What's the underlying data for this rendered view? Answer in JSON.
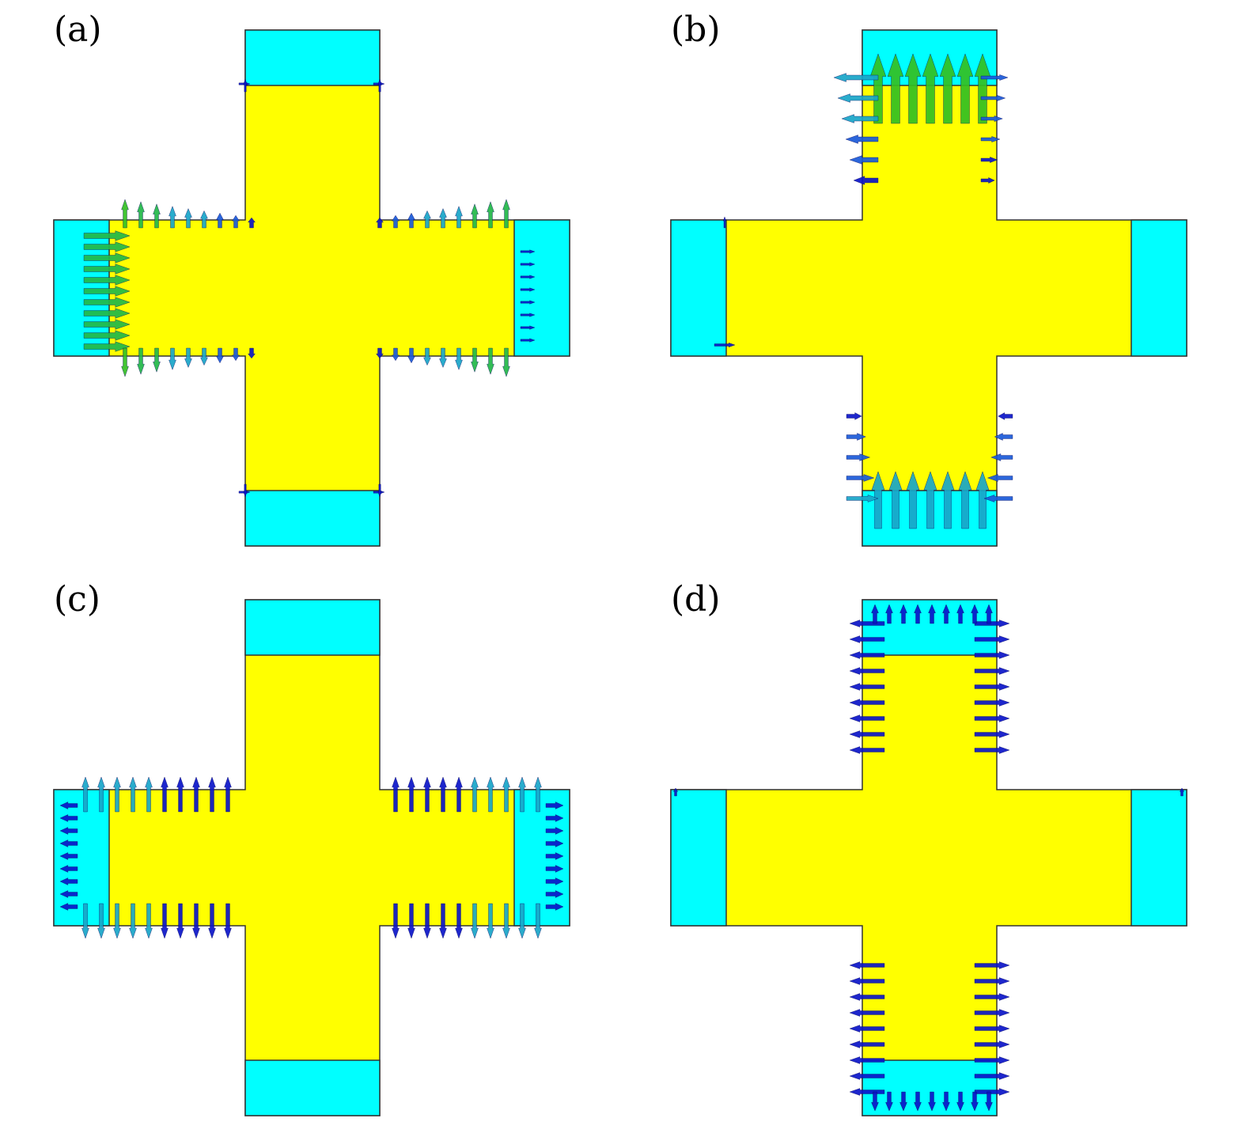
{
  "colors": {
    "conductor": "#ffff00",
    "contact": "#00ffff",
    "outline": "#333333",
    "arrow_scale": [
      "#0a14c8",
      "#1a5ad8",
      "#18a6c8",
      "#22b848",
      "#33c022"
    ]
  },
  "panels": [
    {
      "label": "(a)",
      "contacts": [
        "top",
        "bottom",
        "left",
        "right"
      ],
      "current_sides": [
        "left",
        "right"
      ],
      "intensity": [
        {
          "side": "left-arm",
          "strength": 0.9
        },
        {
          "side": "right-arm",
          "strength": 0.7
        },
        {
          "side": "top-arm",
          "strength": 0.05
        },
        {
          "side": "bottom-arm",
          "strength": 0.05
        }
      ]
    },
    {
      "label": "(b)",
      "contacts": [
        "top",
        "bottom",
        "left",
        "right"
      ],
      "current_sides": [
        "top",
        "bottom"
      ],
      "intensity": [
        {
          "side": "top-arm",
          "strength": 0.85
        },
        {
          "side": "bottom-arm",
          "strength": 0.45
        },
        {
          "side": "left-arm",
          "strength": 0.05
        },
        {
          "side": "right-arm",
          "strength": 0.05
        }
      ]
    },
    {
      "label": "(c)",
      "contacts": [
        "top",
        "bottom",
        "left",
        "right"
      ],
      "current_sides": [
        "left",
        "right"
      ],
      "intensity": [
        {
          "side": "left-arm",
          "strength": 0.35
        },
        {
          "side": "right-arm",
          "strength": 0.3
        }
      ]
    },
    {
      "label": "(d)",
      "contacts": [
        "top",
        "bottom",
        "left",
        "right"
      ],
      "current_sides": [
        "top",
        "bottom"
      ],
      "intensity": [
        {
          "side": "top-arm",
          "strength": 0.15
        },
        {
          "side": "bottom-arm",
          "strength": 0.15
        }
      ]
    }
  ]
}
